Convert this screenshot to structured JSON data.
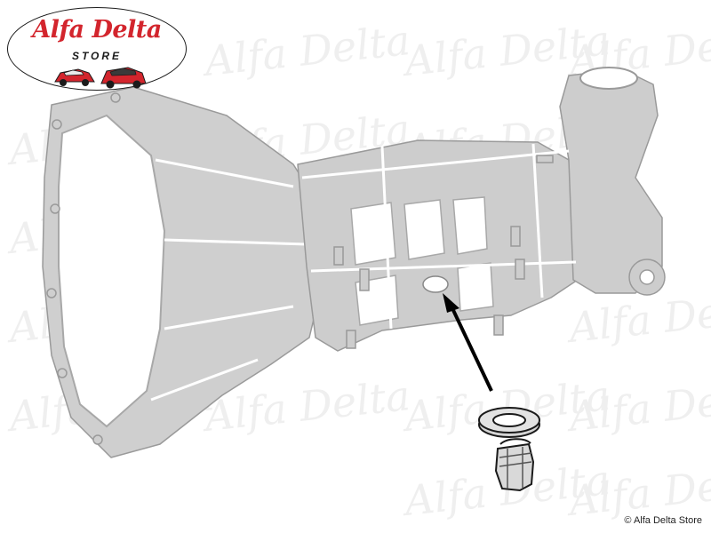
{
  "logo": {
    "brand": "Alfa Delta",
    "tagline": "STORE"
  },
  "watermark": {
    "text": "Alfa Delta"
  },
  "footer": {
    "copyright": "© Alfa Delta Store"
  },
  "colors": {
    "brand_red": "#d3252d",
    "drawing_gray": "#c9c9c9",
    "outline_gray": "#b5b5b5",
    "arrow": "#000000"
  }
}
